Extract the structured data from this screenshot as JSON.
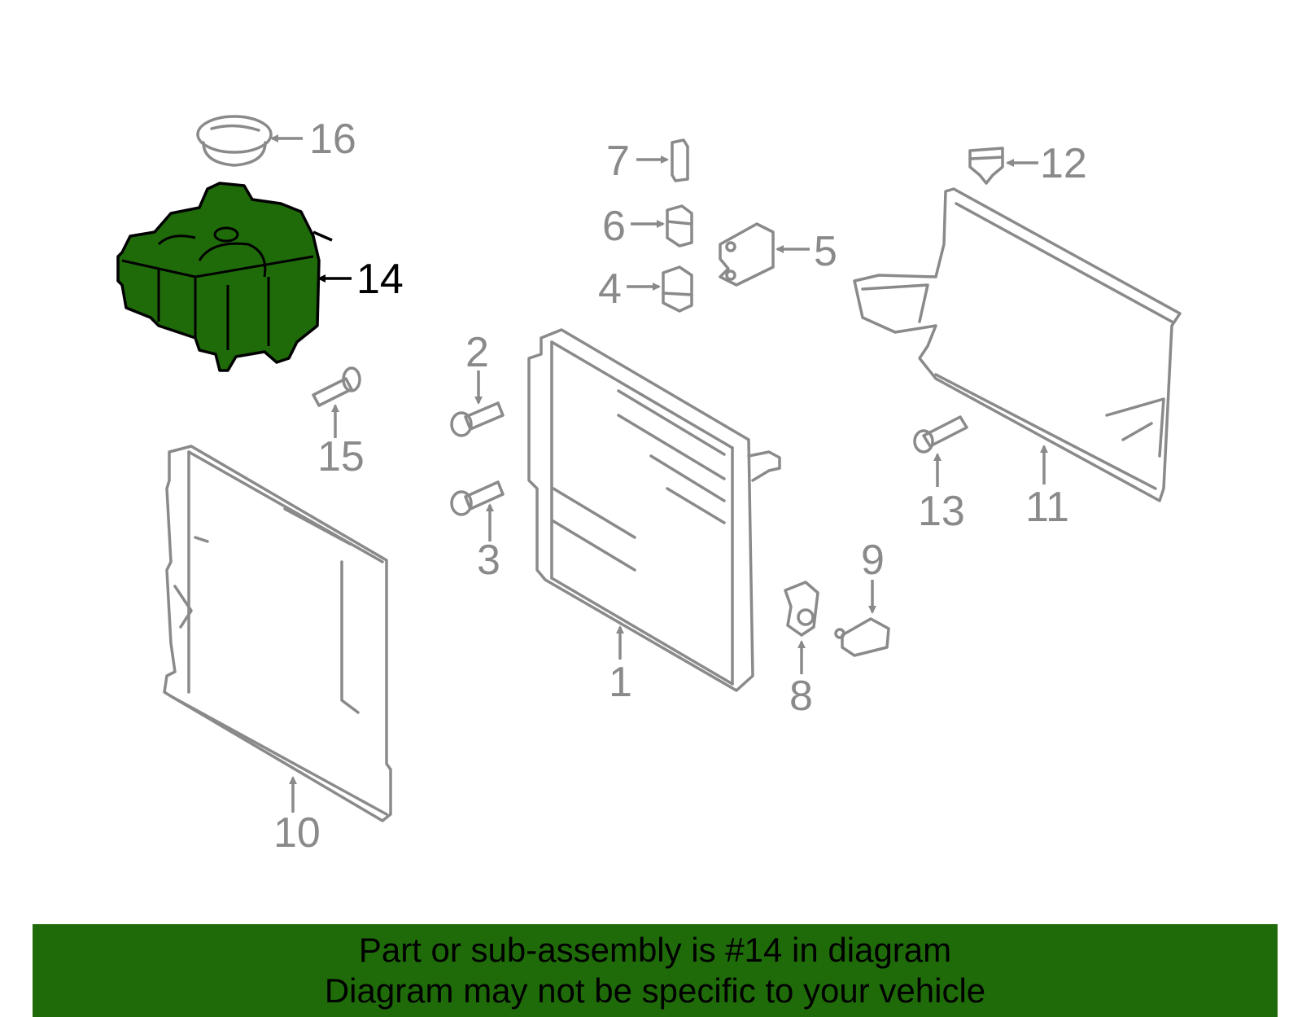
{
  "colors": {
    "highlight_fill": "#1f6b0a",
    "banner_bg": "#1f6b0a",
    "part_stroke": "#8a8a8a"
  },
  "callouts": {
    "c1": "1",
    "c2": "2",
    "c3": "3",
    "c4": "4",
    "c5": "5",
    "c6": "6",
    "c7": "7",
    "c8": "8",
    "c9": "9",
    "c10": "10",
    "c11": "11",
    "c12": "12",
    "c13": "13",
    "c14": "14",
    "c15": "15",
    "c16": "16"
  },
  "highlighted_part": "14",
  "banner": {
    "line1": "Part or sub-assembly is #14 in diagram",
    "line2": "Diagram may not be specific to your vehicle"
  }
}
